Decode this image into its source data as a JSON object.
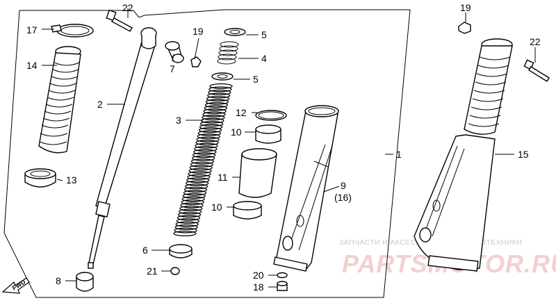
{
  "diagram": {
    "callouts": {
      "p1": "1",
      "p2": "2",
      "p3": "3",
      "p4": "4",
      "p5a": "5",
      "p5b": "5",
      "p6": "6",
      "p7": "7",
      "p8": "8",
      "p9": "9",
      "p9sub": "(16)",
      "p10a": "10",
      "p10b": "10",
      "p11": "11",
      "p12": "12",
      "p13": "13",
      "p14": "14",
      "p15": "15",
      "p17": "17",
      "p18": "18",
      "p19a": "19",
      "p19b": "19",
      "p20": "20",
      "p21": "21",
      "p22a": "22",
      "p22b": "22"
    },
    "fwd_label": "FWD"
  },
  "watermark": {
    "top": "ЗАПЧАСТИ И АКСЕССУАРЫ ДЛЯ МОТОТЕХНИКИ",
    "main": "PARTSMOTOR.RU"
  }
}
